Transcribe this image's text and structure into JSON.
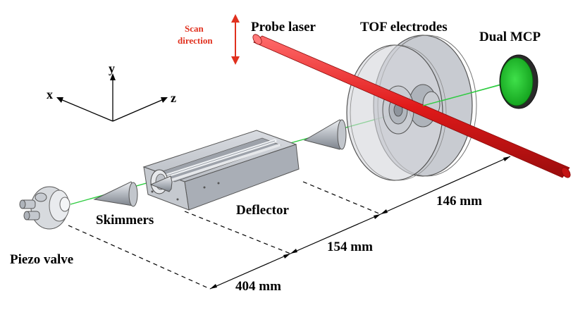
{
  "labels": {
    "scan_line1": "Scan",
    "scan_line2": "direction",
    "probe_laser": "Probe laser",
    "tof_electrodes": "TOF electrodes",
    "dual_mcp": "Dual MCP",
    "skimmers": "Skimmers",
    "deflector": "Deflector",
    "piezo_valve": "Piezo valve"
  },
  "axes": {
    "x": "x",
    "y": "y",
    "z": "z"
  },
  "dimensions": {
    "d404": "404 mm",
    "d154": "154 mm",
    "d146": "146 mm"
  },
  "colors": {
    "laser": "#e01a1a",
    "scan_arrow": "#e0301e",
    "beam": "#2ecc40",
    "mcp": "#22c32a",
    "metal": "#c9cdd4",
    "metal_dark": "#8f959e",
    "electrode": "#b8bcc3"
  }
}
